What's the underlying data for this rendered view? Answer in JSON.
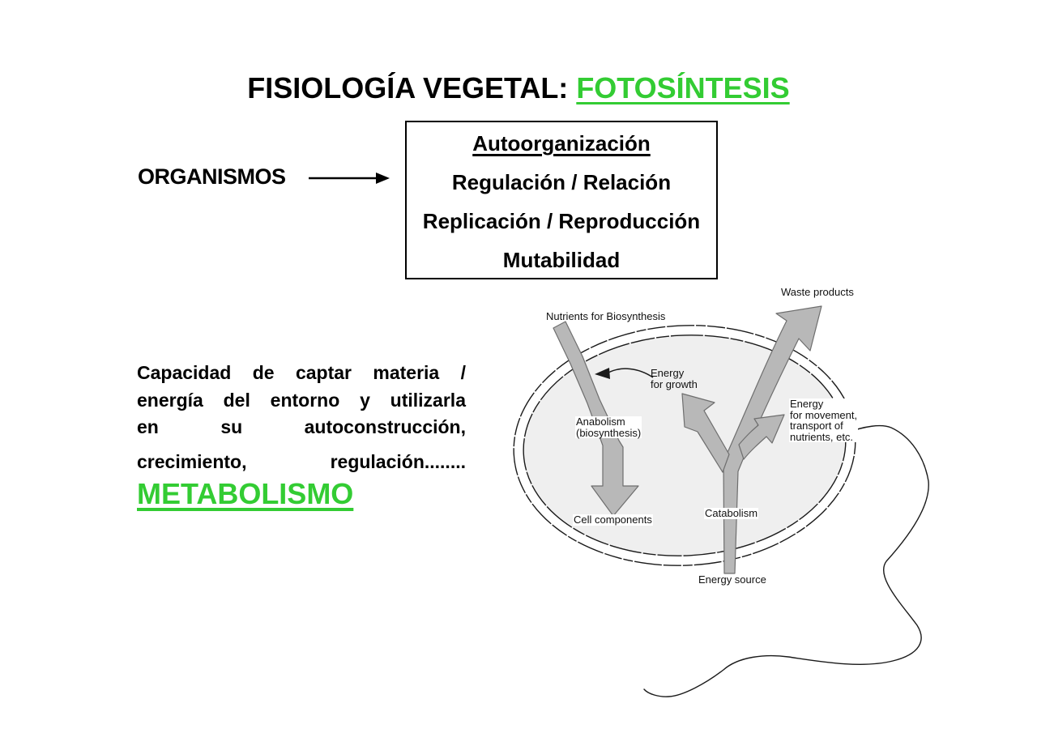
{
  "title": {
    "prefix": "FISIOLOGÍA VEGETAL: ",
    "highlight": "FOTOSÍNTESIS"
  },
  "organisms_label": "ORGANISMOS",
  "properties_box": {
    "line1": "Autoorganización",
    "line2": "Regulación / Relación",
    "line3": "Replicación / Reproducción",
    "line4": "Mutabilidad"
  },
  "paragraph": {
    "line1": "Capacidad de captar materia /",
    "line2": "energía del entorno y utilizarla",
    "line3": "en su autoconstrucción,",
    "line4": "crecimiento, regulación........",
    "keyword": "METABOLISMO"
  },
  "diagram": {
    "labels": {
      "waste_products": "Waste products",
      "nutrients": "Nutrients for Biosynthesis",
      "energy_growth": [
        "Energy",
        "for growth"
      ],
      "anabolism": [
        "Anabolism",
        "(biosynthesis)"
      ],
      "energy_movement": [
        "Energy",
        "for movement,",
        "transport of",
        "nutrients, etc."
      ],
      "cell_components": "Cell components",
      "catabolism": "Catabolism",
      "energy_source": "Energy source"
    }
  },
  "colors": {
    "accent_green": "#33cc33",
    "arrow_gray": "#b8b8b8",
    "arrow_outline": "#6e6e6e",
    "cell_fill": "#efefef",
    "text_black": "#000000"
  }
}
